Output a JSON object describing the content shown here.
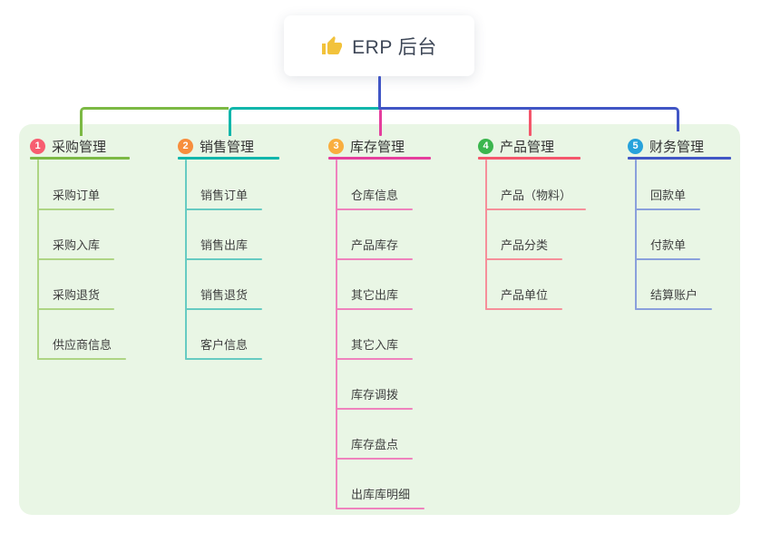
{
  "root": {
    "label": "ERP 后台",
    "icon": "thumbs-up-icon"
  },
  "branches": [
    {
      "id": "purchase",
      "index": "1",
      "label": "采购管理",
      "badge_color": "#f75d70",
      "line_color": "#7cb944",
      "child_line_color": "#aed584",
      "children": [
        "采购订单",
        "采购入库",
        "采购退货",
        "供应商信息"
      ]
    },
    {
      "id": "sales",
      "index": "2",
      "label": "销售管理",
      "badge_color": "#f78e3d",
      "line_color": "#10b6ab",
      "child_line_color": "#66cbc2",
      "children": [
        "销售订单",
        "销售出库",
        "销售退货",
        "客户信息"
      ]
    },
    {
      "id": "inventory",
      "index": "3",
      "label": "库存管理",
      "badge_color": "#f9ae3f",
      "line_color": "#e53e9d",
      "child_line_color": "#ef82bd",
      "children": [
        "仓库信息",
        "产品库存",
        "其它出库",
        "其它入库",
        "库存调拨",
        "库存盘点",
        "出库库明细"
      ]
    },
    {
      "id": "product",
      "index": "4",
      "label": "产品管理",
      "badge_color": "#3bb64e",
      "line_color": "#f4566b",
      "child_line_color": "#f68f9a",
      "children": [
        "产品（物料）",
        "产品分类",
        "产品单位"
      ]
    },
    {
      "id": "finance",
      "index": "5",
      "label": "财务管理",
      "badge_color": "#27a2db",
      "line_color": "#4156c5",
      "child_line_color": "#8aa0dc",
      "children": [
        "回款单",
        "付款单",
        "结算账户"
      ]
    }
  ],
  "colors": {
    "panel_bg": "#e9f6e5",
    "root_line": "#4156c5",
    "header_text": "#333333",
    "child_text": "#404040",
    "root_text": "#3e4757",
    "thumb_icon": "#f2c23b"
  }
}
